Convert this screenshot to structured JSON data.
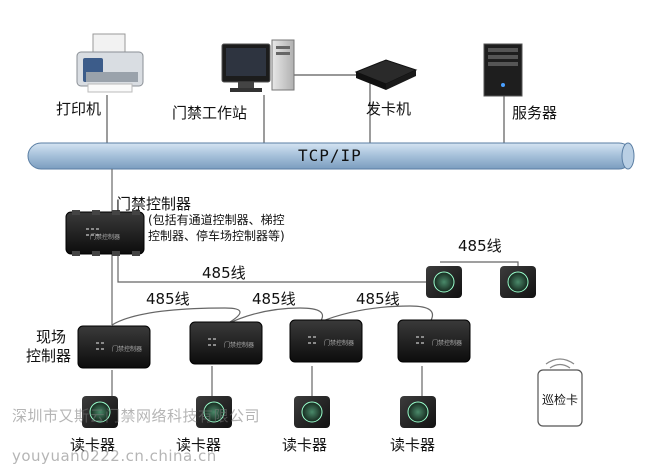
{
  "devices": {
    "printer": "打印机",
    "workstation": "门禁工作站",
    "card_issuer": "发卡机",
    "server": "服务器"
  },
  "bus": {
    "label": "TCP/IP"
  },
  "main_controller": {
    "title": "门禁控制器",
    "note_line1": "(包括有通道控制器、梯控",
    "note_line2": "控制器、停车场控制器等)",
    "panel_text": "门禁控制器"
  },
  "rs485": {
    "top_right": "485线",
    "mid": "485线",
    "branch_left": "485线",
    "branch_mid": "485线",
    "branch_right": "485线"
  },
  "field_controllers": {
    "label_line1": "现场",
    "label_line2": "控制器",
    "panel_text": "门禁控制器"
  },
  "readers": [
    "读卡器",
    "读卡器",
    "读卡器",
    "读卡器"
  ],
  "patrol_card": "巡检卡",
  "watermark": {
    "line1": "深圳市又斯云门禁网络科技有限公司",
    "line2": "youyuan0222.cn.china.cn"
  }
}
